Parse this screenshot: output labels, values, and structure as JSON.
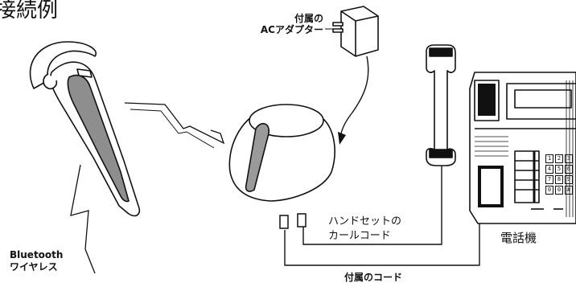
{
  "title": "接続例",
  "labels": {
    "adapter_line1": "付属の",
    "adapter_line2": "ACアダプター",
    "handset_line1": "ハンドセットの",
    "handset_line2": "カールコード",
    "phone": "電話機",
    "bluetooth_line1": "Bluetooth",
    "bluetooth_line2": "ワイヤレス",
    "cord": "付属のコード"
  },
  "keypad": [
    "1",
    "2",
    "3",
    "4",
    "5",
    "6",
    "7",
    "8",
    "9",
    "0",
    "0",
    "#"
  ],
  "colors": {
    "ink": "#111111",
    "paper": "#ffffff",
    "shade": "#9a9a9a"
  }
}
